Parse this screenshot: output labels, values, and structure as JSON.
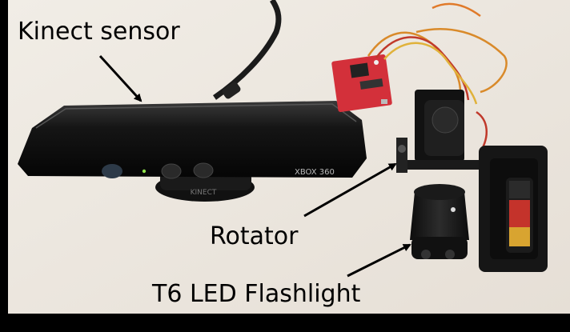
{
  "photo": {
    "labels": {
      "kinect": "Kinect sensor",
      "rotator": "Rotator",
      "flashlight": "T6 LED Flashlight"
    },
    "device_text": {
      "xbox": "XBOX 360",
      "kinect_base": "KINECT"
    },
    "colors": {
      "background_wall": "#efeae3",
      "frame": "#000000",
      "kinect_body": "#1a1a1a",
      "board_red": "#d3303a",
      "label_text": "#000000"
    }
  }
}
